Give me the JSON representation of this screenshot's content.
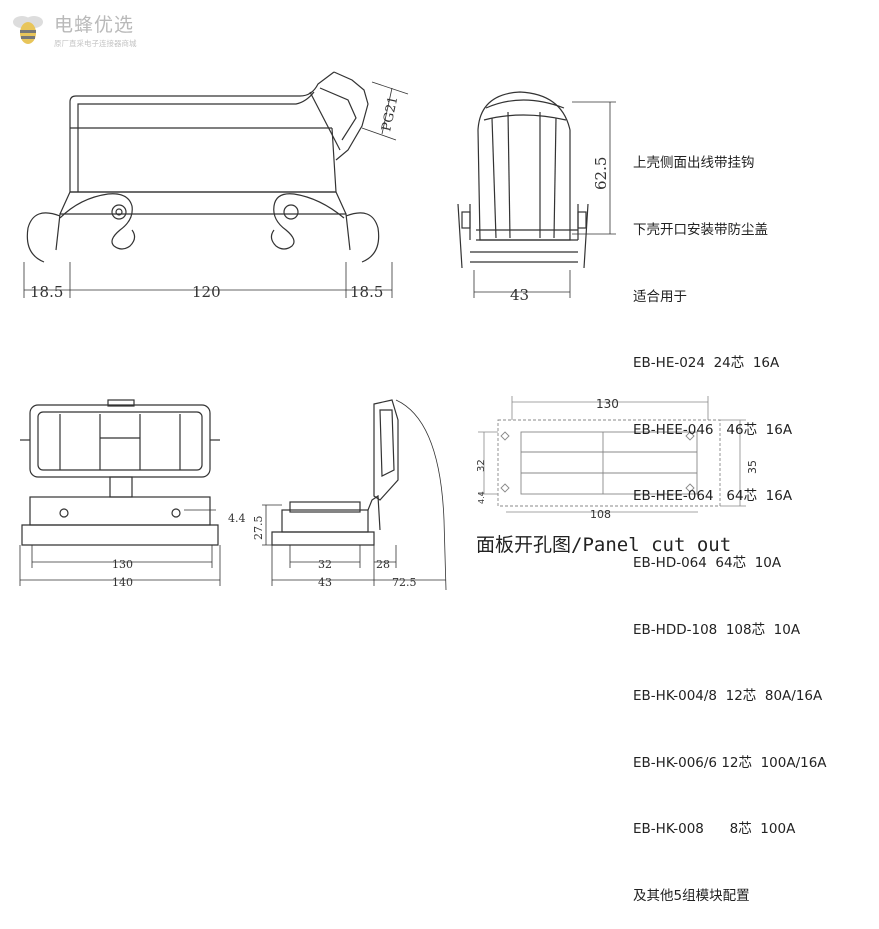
{
  "logo": {
    "title": "电蜂优选",
    "subtitle": "原厂直采电子连接器商城"
  },
  "spec_lines": [
    "上壳侧面出线带挂钩",
    "下壳开口安装带防尘盖",
    "适合用于",
    "EB-HE-024  24芯  16A",
    "EB-HEE-046   46芯  16A",
    "EB-HEE-064   64芯  16A",
    "EB-HD-064  64芯  10A",
    "EB-HDD-108  108芯  10A",
    "EB-HK-004/8  12芯  80A/16A",
    "EB-HK-006/6 12芯  100A/16A",
    "EB-HK-008      8芯  100A",
    "及其他5组模块配置"
  ],
  "dimensions": {
    "front_left_hook": "18.5",
    "front_width": "120",
    "front_right_hook": "18.5",
    "cable_entry": "PG21",
    "side_height": "62.5",
    "side_width": "43",
    "bottom_hole_dia": "4.4",
    "bottom_inner": "130",
    "bottom_outer": "140",
    "base_height": "27.5",
    "base_depth_inner": "32",
    "base_depth_outer": "43",
    "lid_offset": "28",
    "lid_total": "72.5",
    "panel_width": "130",
    "panel_hole_pitch": "108",
    "panel_height": "35",
    "panel_hole_height": "32",
    "panel_hole_dia": "4.4"
  },
  "panel_title": "面板开孔图/Panel cut out"
}
